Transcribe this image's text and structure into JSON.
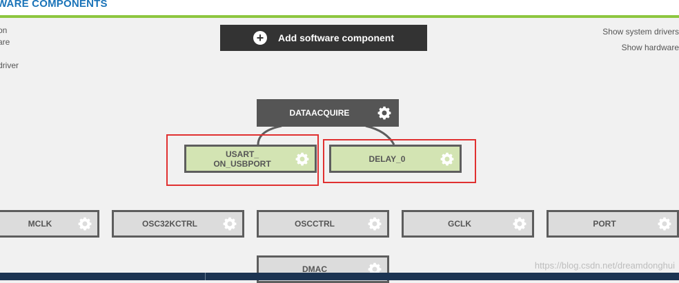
{
  "header": {
    "title": "WARE COMPONENTS"
  },
  "legend": {
    "line1": "on",
    "line2": "are",
    "line3": "driver"
  },
  "toolbar": {
    "add_label": "Add software component",
    "show_system_drivers": "Show system drivers",
    "show_hardware": "Show hardware"
  },
  "components": {
    "dataacquire": "DATAACQUIRE",
    "usart_line1": "USART_",
    "usart_line2": "ON_USBPORT",
    "delay": "DELAY_0",
    "mclk": "MCLK",
    "osc32kctrl": "OSC32KCTRL",
    "oscctrl": "OSCCTRL",
    "gclk": "GCLK",
    "port": "PORT",
    "dmac": "DMAC"
  },
  "watermark": "https://blog.csdn.net/dreamdonghui",
  "colors": {
    "accent_blue": "#1a73b8",
    "accent_green": "#8dc63f",
    "highlight_red": "#e03030",
    "component_green": "#d3e4b3",
    "component_gray": "#dcdcdc"
  }
}
